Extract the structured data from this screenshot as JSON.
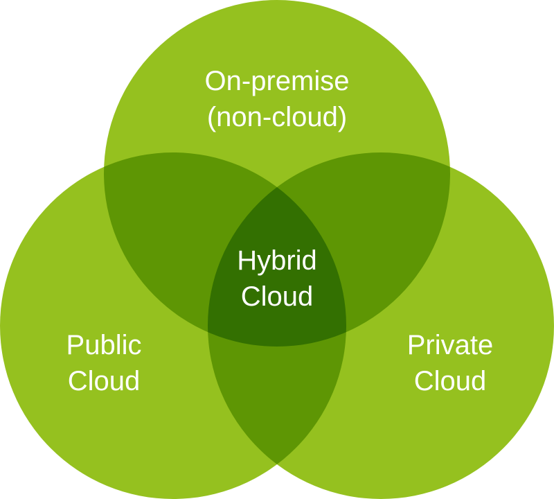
{
  "diagram": {
    "type": "venn",
    "colors": {
      "circle": "#95c11f",
      "overlap_two": "#5e9604",
      "overlap_three": "#337001"
    },
    "sets": [
      {
        "id": "top",
        "lines": [
          "On-premise",
          "(non-cloud)"
        ]
      },
      {
        "id": "left",
        "lines": [
          "Public",
          "Cloud"
        ]
      },
      {
        "id": "right",
        "lines": [
          "Private",
          "Cloud"
        ]
      }
    ],
    "center": {
      "lines": [
        "Hybrid",
        "Cloud"
      ]
    }
  }
}
